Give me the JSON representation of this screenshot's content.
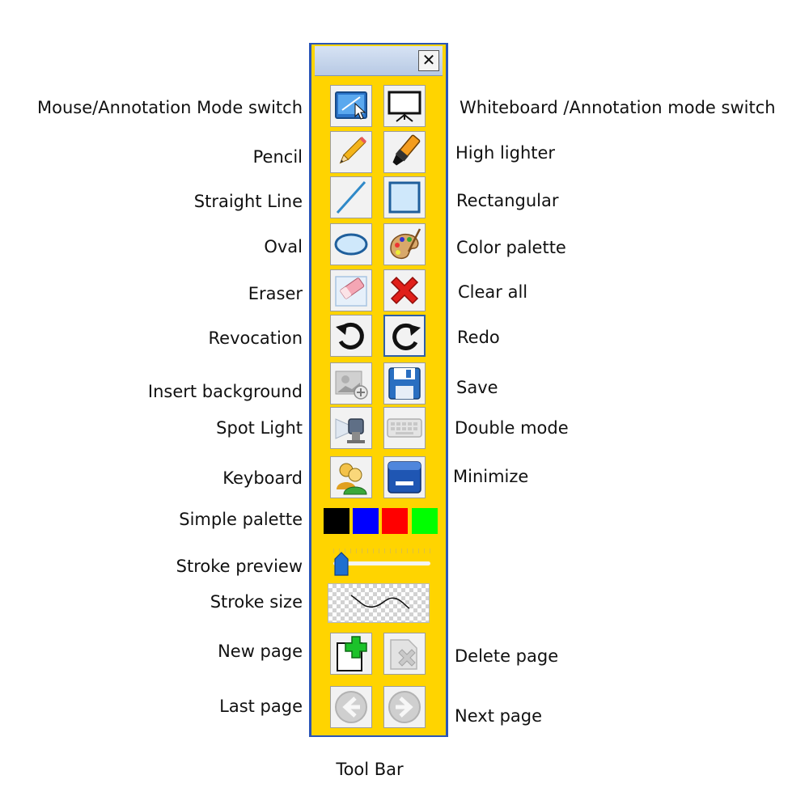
{
  "toolbar": {
    "close_symbol": "✕",
    "caption": "Tool Bar",
    "accent": "#ffd400",
    "frame": "#2a55b8",
    "buttons": [
      {
        "id": "mouse-annotation",
        "icon": "mouse-annotation-icon",
        "left_label": "Mouse/Annotation Mode switch",
        "right_label": ""
      },
      {
        "id": "whiteboard-annotation",
        "icon": "whiteboard-icon"
      },
      {
        "id": "pencil",
        "icon": "pencil-icon"
      },
      {
        "id": "highlighter",
        "icon": "highlighter-icon"
      },
      {
        "id": "straight-line",
        "icon": "line-icon"
      },
      {
        "id": "rectangle",
        "icon": "rectangle-icon"
      },
      {
        "id": "oval",
        "icon": "oval-icon"
      },
      {
        "id": "color-palette",
        "icon": "palette-icon"
      },
      {
        "id": "eraser",
        "icon": "eraser-icon"
      },
      {
        "id": "clear-all",
        "icon": "red-x-icon"
      },
      {
        "id": "revocation",
        "icon": "undo-icon"
      },
      {
        "id": "redo",
        "icon": "redo-icon"
      },
      {
        "id": "insert-background",
        "icon": "insert-image-icon"
      },
      {
        "id": "save",
        "icon": "floppy-disk-icon"
      },
      {
        "id": "spot-light",
        "icon": "spotlight-icon"
      },
      {
        "id": "double-mode",
        "icon": "keyboard-icon"
      },
      {
        "id": "keyboard",
        "icon": "users-icon"
      },
      {
        "id": "minimize",
        "icon": "minimize-window-icon"
      },
      {
        "id": "new-page",
        "icon": "new-page-plus-icon"
      },
      {
        "id": "delete-page",
        "icon": "delete-page-icon"
      },
      {
        "id": "last-page",
        "icon": "arrow-left-icon"
      },
      {
        "id": "next-page",
        "icon": "arrow-right-icon"
      }
    ],
    "palette": [
      "#000000",
      "#0000ff",
      "#ff0000",
      "#00ff00"
    ]
  },
  "labels": {
    "mouse_annotation": "Mouse/Annotation Mode switch",
    "whiteboard_annotation": "Whiteboard /Annotation mode switch",
    "pencil": "Pencil",
    "highlighter": "High lighter",
    "straight_line": "Straight Line",
    "rectangular": "Rectangular",
    "oval": "Oval",
    "color_palette": "Color palette",
    "eraser": "Eraser",
    "clear_all": "Clear all",
    "revocation": "Revocation",
    "redo": "Redo",
    "insert_background": "Insert background",
    "save": "Save",
    "spot_light": "Spot Light",
    "double_mode": "Double mode",
    "keyboard": "Keyboard",
    "minimize": "Minimize",
    "simple_palette": "Simple palette",
    "stroke_preview": "Stroke preview",
    "stroke_size": "Stroke size",
    "new_page": "New page",
    "delete_page": "Delete page",
    "last_page": "Last page",
    "next_page": "Next page"
  }
}
